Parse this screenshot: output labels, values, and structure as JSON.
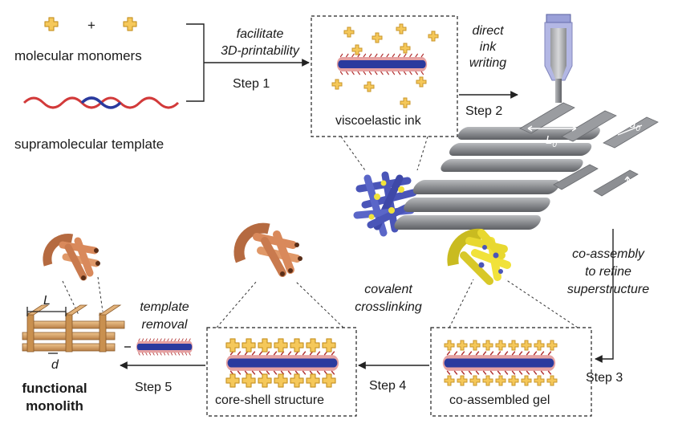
{
  "monomers_label": "molecular monomers",
  "plus_sign": "+",
  "template_label": "supramolecular template",
  "step1": {
    "italic": [
      "facilitate",
      "3D-printability"
    ],
    "label": "Step 1"
  },
  "ink_box_label": "viscoelastic ink",
  "step2": {
    "italic": [
      "direct",
      "ink",
      "writing"
    ],
    "label": "Step 2"
  },
  "print_labels": {
    "L0": "L",
    "L0_sub": "0",
    "d0": "d",
    "d0_sub": "0",
    "h": "h"
  },
  "step3": {
    "italic": [
      "co-assembly",
      "to refine",
      "superstructure"
    ],
    "label": "Step 3"
  },
  "gel_box_label": "co-assembled gel",
  "step4": {
    "italic": [
      "covalent",
      "crosslinking"
    ],
    "label": "Step 4"
  },
  "core_box_label": "core-shell structure",
  "step5": {
    "italic": [
      "template",
      "removal"
    ],
    "label": "Step 5"
  },
  "monolith_labels": {
    "L": "L",
    "d": "d"
  },
  "final_label": [
    "functional",
    "monolith"
  ],
  "colors": {
    "monomer": "#f5c85a",
    "monomer_edge": "#c9962a",
    "template_red": "#d23a3a",
    "template_blue": "#2a3a9e",
    "gray_rod": "#8b8d91",
    "orange_rod": "#d9895b",
    "wood": "#d7a36a",
    "yellow_rod": "#f1e23a",
    "blue_rod": "#4a55b8"
  }
}
